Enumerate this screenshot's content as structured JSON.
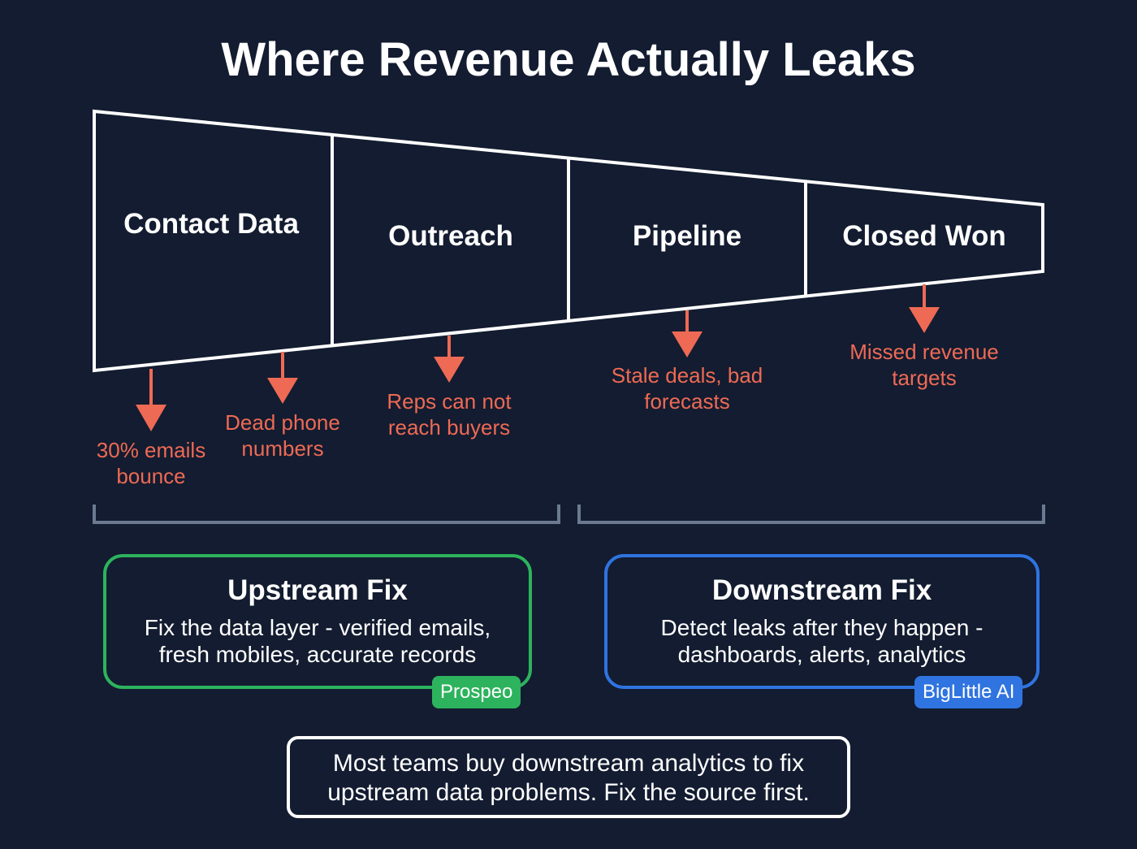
{
  "title": "Where Revenue Actually Leaks",
  "colors": {
    "background": "#131c30",
    "funnel_stroke": "#ffffff",
    "leak": "#ee6a55",
    "bracket": "#6b7a90",
    "upstream": "#2db35d",
    "downstream": "#2f74e0"
  },
  "funnel": {
    "stages": [
      {
        "label": "Contact Data"
      },
      {
        "label": "Outreach"
      },
      {
        "label": "Pipeline"
      },
      {
        "label": "Closed Won"
      }
    ]
  },
  "leaks": [
    {
      "stage": "Contact Data",
      "text": "30% emails bounce",
      "icon": "arrow-down-icon"
    },
    {
      "stage": "Contact Data",
      "text": "Dead phone numbers",
      "icon": "arrow-down-icon"
    },
    {
      "stage": "Outreach",
      "text": "Reps can not reach buyers",
      "icon": "arrow-down-icon"
    },
    {
      "stage": "Pipeline",
      "text": "Stale deals, bad forecasts",
      "icon": "arrow-down-icon"
    },
    {
      "stage": "Closed Won",
      "text": "Missed revenue targets",
      "icon": "arrow-down-icon"
    }
  ],
  "fixes": {
    "upstream": {
      "title": "Upstream Fix",
      "description": "Fix the data layer - verified emails, fresh mobiles, accurate records",
      "badge": "Prospeo"
    },
    "downstream": {
      "title": "Downstream Fix",
      "description": "Detect leaks after they happen - dashboards, alerts, analytics",
      "badge": "BigLittle AI"
    }
  },
  "footer": {
    "text": "Most teams buy downstream analytics to fix upstream data problems. Fix the source first."
  }
}
